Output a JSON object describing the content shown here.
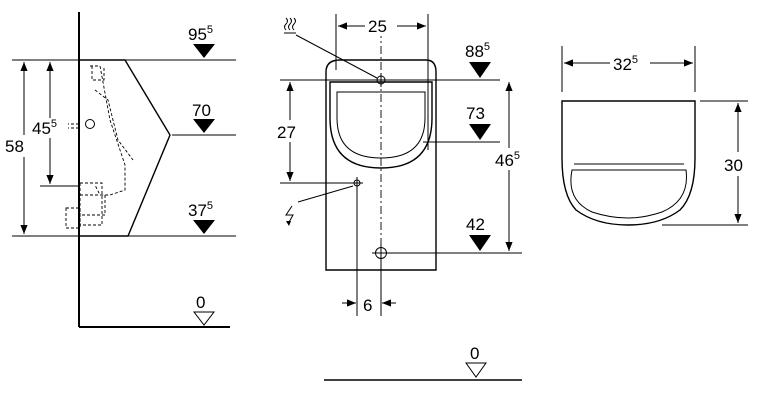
{
  "side_view": {
    "level_top": {
      "main": "95",
      "sup": "5"
    },
    "level_mid": {
      "main": "70",
      "sup": ""
    },
    "level_low": {
      "main": "37",
      "sup": "5"
    },
    "height_overall": {
      "main": "58",
      "sup": ""
    },
    "height_inner": {
      "main": "45",
      "sup": "5"
    },
    "floor_level": {
      "main": "0",
      "sup": ""
    }
  },
  "front_view": {
    "width_top": {
      "main": "25",
      "sup": ""
    },
    "level_top": {
      "main": "88",
      "sup": "5"
    },
    "level_mid": {
      "main": "73",
      "sup": ""
    },
    "level_low": {
      "main": "42",
      "sup": ""
    },
    "height_left": {
      "main": "27",
      "sup": ""
    },
    "height_right": {
      "main": "46",
      "sup": "5"
    },
    "offset_bottom": {
      "main": "6",
      "sup": ""
    },
    "floor_level": {
      "main": "0",
      "sup": ""
    }
  },
  "top_view": {
    "width": {
      "main": "32",
      "sup": "5"
    },
    "depth": {
      "main": "30",
      "sup": ""
    }
  },
  "icons": {
    "water_supply": "water-supply-icon",
    "electrical": "electrical-icon"
  }
}
